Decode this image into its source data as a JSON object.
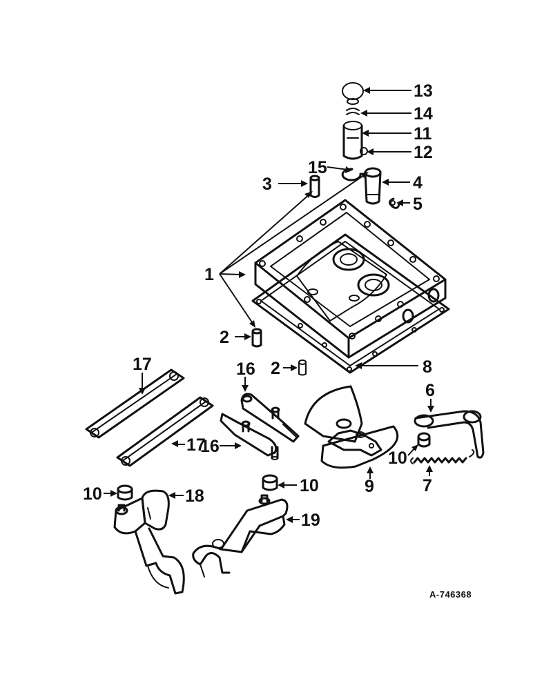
{
  "callouts": {
    "c1": "1",
    "c2a": "2",
    "c2b": "2",
    "c3": "3",
    "c4": "4",
    "c5": "5",
    "c6": "6",
    "c7": "7",
    "c8": "8",
    "c9": "9",
    "c10a": "10",
    "c10b": "10",
    "c10c": "10",
    "c11": "11",
    "c12": "12",
    "c13": "13",
    "c14": "14",
    "c15": "15",
    "c16a": "16",
    "c16b": "16",
    "c17a": "17",
    "c17b": "17",
    "c18": "18",
    "c19": "19"
  },
  "reference_code": "A-746368"
}
